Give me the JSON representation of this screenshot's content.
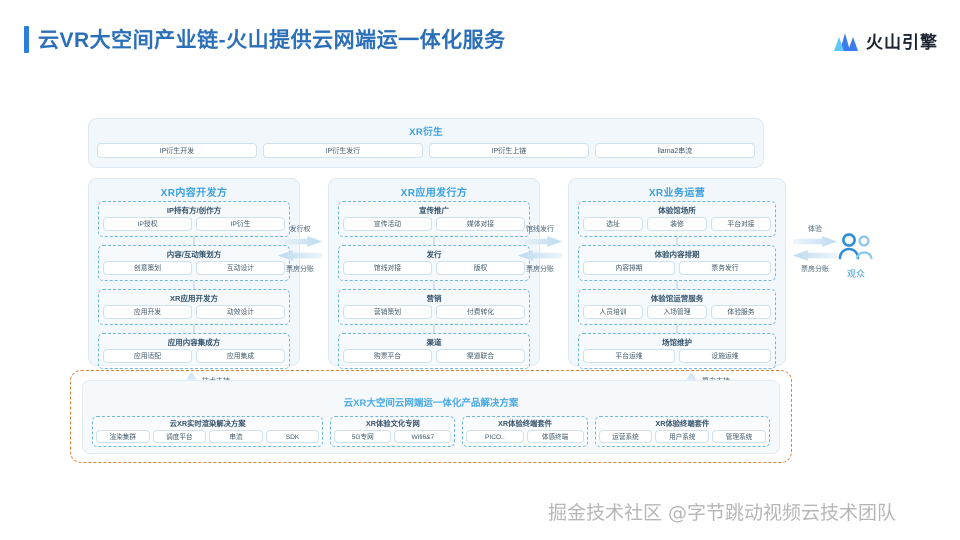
{
  "header": {
    "title": "云VR大空间产业链-火山提供云网端运一体化服务",
    "brand_name": "火山引擎",
    "logo_icon": "volcano-mountain-icon",
    "accent_color": "#2b7fd6"
  },
  "derivative": {
    "title": "XR衍生",
    "items": [
      "IP衍生开发",
      "IP衍生发行",
      "IP衍生上链",
      "llama2串流"
    ]
  },
  "columns": [
    {
      "title": "XR内容开发方",
      "groups": [
        {
          "title": "IP持有方/创作方",
          "items": [
            "IP授权",
            "IP衍生"
          ]
        },
        {
          "title": "内容/互动策划方",
          "items": [
            "创意策划",
            "互动设计"
          ]
        },
        {
          "title": "XR应用开发方",
          "items": [
            "应用开发",
            "动效设计"
          ]
        },
        {
          "title": "应用内容集成方",
          "items": [
            "应用适配",
            "应用集成"
          ]
        }
      ]
    },
    {
      "title": "XR应用发行方",
      "groups": [
        {
          "title": "宣传推广",
          "items": [
            "宣传活动",
            "媒体对接"
          ]
        },
        {
          "title": "发行",
          "items": [
            "馆线对接",
            "版权"
          ]
        },
        {
          "title": "营销",
          "items": [
            "营销策划",
            "付费转化"
          ]
        },
        {
          "title": "渠道",
          "items": [
            "购票平台",
            "渠道联合"
          ]
        }
      ]
    },
    {
      "title": "XR业务运营",
      "groups": [
        {
          "title": "体验馆场所",
          "items": [
            "选址",
            "装修",
            "平台对接"
          ]
        },
        {
          "title": "体验内容排期",
          "items": [
            "内容排期",
            "票务发行"
          ]
        },
        {
          "title": "体验馆运营服务",
          "items": [
            "人员培训",
            "入场管理",
            "体验服务"
          ]
        },
        {
          "title": "场馆维护",
          "items": [
            "平台运维",
            "设施运维"
          ]
        }
      ]
    }
  ],
  "flows": [
    {
      "forward": "发行权",
      "backward": "票房分账"
    },
    {
      "forward": "馆线发行",
      "backward": "票房分账"
    },
    {
      "forward": "体验",
      "backward": "票房分账"
    }
  ],
  "audience": {
    "label": "观众",
    "icon": "people-icon"
  },
  "solution": {
    "title": "云XR大空间云网端运一体化产品解决方案",
    "groups": [
      {
        "title": "云XR实时渲染解决方案",
        "items": [
          "渲染集群",
          "调度平台",
          "串流",
          "SDK"
        ]
      },
      {
        "title": "XR体验文化专网",
        "items": [
          "5G专网",
          "Wifi6&7"
        ]
      },
      {
        "title": "XR体验终端套件",
        "items": [
          "PICO..",
          "体感终端"
        ]
      },
      {
        "title": "XR体验终端套件",
        "items": [
          "运营系统",
          "用户系统",
          "管理系统"
        ]
      }
    ]
  },
  "supports": [
    {
      "label": "技术支持",
      "icon": "up-arrow-icon"
    },
    {
      "label": "算力支持",
      "icon": "up-arrow-icon"
    }
  ],
  "watermark": "掘金技术社区 @字节跳动视频云技术团队"
}
